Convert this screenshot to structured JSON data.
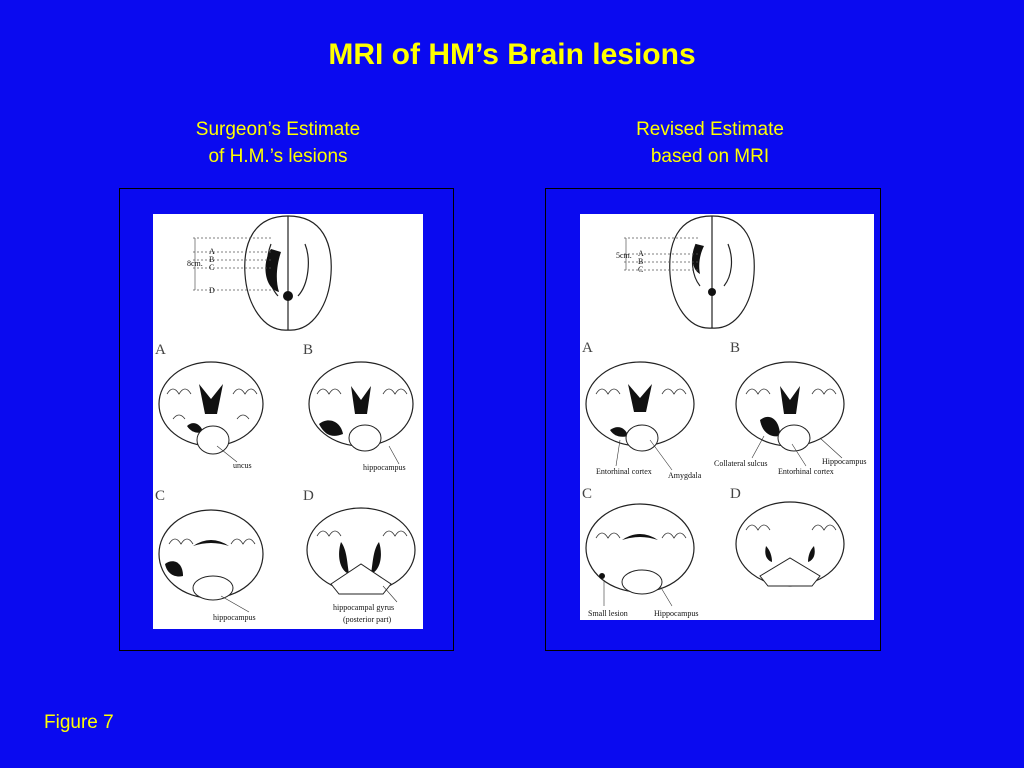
{
  "title": "MRI of HM’s Brain lesions",
  "left": {
    "caption": [
      "Surgeon’s Estimate",
      "of H.M.’s lesions"
    ],
    "scale_label": "8cm.",
    "levels": [
      "A",
      "B",
      "C",
      "D"
    ],
    "section_letters": [
      "A",
      "B",
      "C",
      "D"
    ],
    "labels": [
      "uncus",
      "hippocampus",
      "hippocampus",
      "hippocampal gyrus",
      "(posterior part)"
    ]
  },
  "right": {
    "caption": [
      "Revised Estimate",
      "based on MRI"
    ],
    "scale_label": "5cm.",
    "levels": [
      "A",
      "B",
      "C"
    ],
    "section_letters": [
      "A",
      "B",
      "C",
      "D"
    ],
    "labels": [
      "Entorhinal cortex",
      "Amygdala",
      "Collateral sulcus",
      "Hippocampus",
      "Entorhinal cortex",
      "Small lesion",
      "Hippocampus"
    ]
  },
  "footer": "Figure 7",
  "colors": {
    "background": "#0a0af0",
    "text": "#ffff00"
  }
}
